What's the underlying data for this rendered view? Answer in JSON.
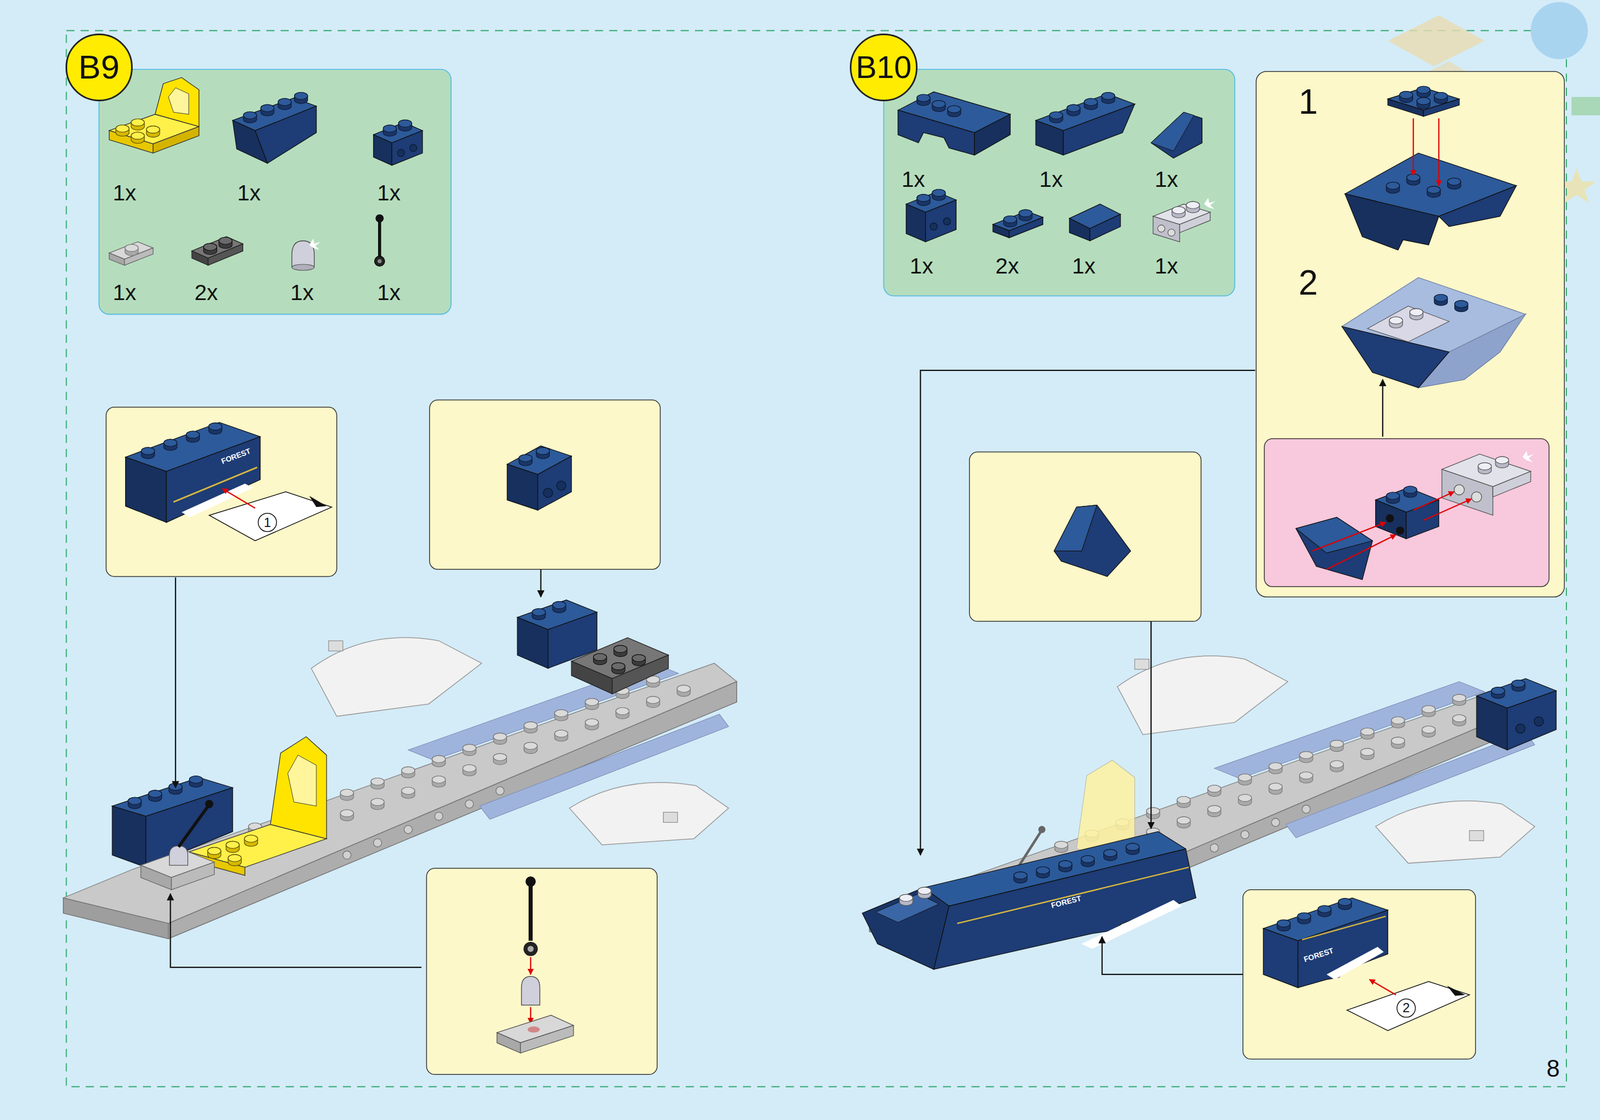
{
  "diagram": {
    "nodes": [
      {
        "text": [
          "B9"
        ]
      },
      {
        "text": [
          "1x",
          "1x",
          "1x",
          "1x",
          "2x",
          "1x",
          "1x"
        ]
      },
      {
        "text": [
          "B10"
        ]
      },
      {
        "text": [
          "1x",
          "1x",
          "1x",
          "1x",
          "2x",
          "1x",
          "1x"
        ]
      },
      {
        "text": [
          "1",
          "2"
        ]
      }
    ],
    "labels": [
      "1",
      "FOREST",
      "FOREST",
      "FOREST",
      "2",
      "8"
    ]
  }
}
